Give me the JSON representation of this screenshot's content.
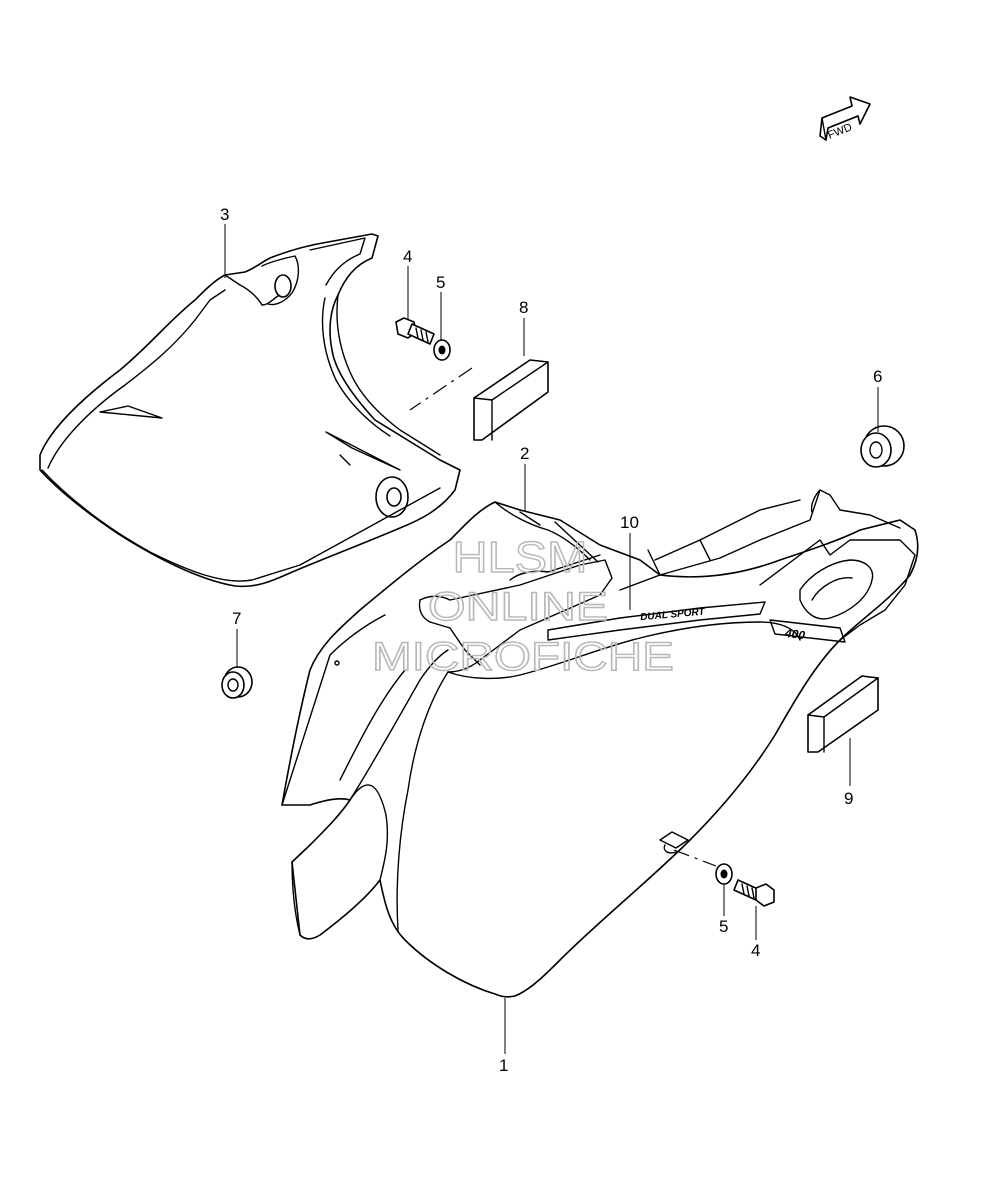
{
  "callouts": {
    "c1": "1",
    "c2": "2",
    "c3": "3",
    "c4a": "4",
    "c5a": "5",
    "c6": "6",
    "c7": "7",
    "c8": "8",
    "c9": "9",
    "c10": "10",
    "c5b": "5",
    "c4b": "4"
  },
  "fwd_label": "FWD",
  "watermark": {
    "line1": "HLSM",
    "line2": "ONLINE",
    "line3": "MICROFICHE"
  },
  "decal": {
    "stripe_text": "DUAL SPORT",
    "model_text": "400"
  },
  "icons": {
    "arrow": "fwd-arrow-icon"
  }
}
